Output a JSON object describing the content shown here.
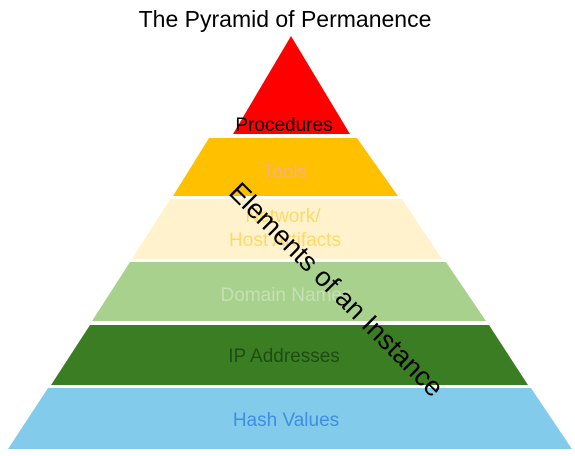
{
  "title": "The Pyramid of Permanence",
  "tiers": [
    {
      "label": "Procedures",
      "line2": "",
      "fill": "#ff0000",
      "text_color": "#000000"
    },
    {
      "label": "Tools",
      "line2": "",
      "fill": "#ffc000",
      "text_color": "#f4b183"
    },
    {
      "label": "Network/",
      "line2": "Host Artifacts",
      "fill": "#fff2cc",
      "text_color": "#ffd966"
    },
    {
      "label": "Domain Names",
      "line2": "",
      "fill": "#a9d18e",
      "text_color": "#c5e0b4"
    },
    {
      "label": "IP Addresses",
      "line2": "",
      "fill": "#3b7d23",
      "text_color": "#1e4d12"
    },
    {
      "label": "Hash Values",
      "line2": "",
      "fill": "#83cbeb",
      "text_color": "#3f8ee0"
    }
  ],
  "overlay_text": "Elements of an Instance"
}
